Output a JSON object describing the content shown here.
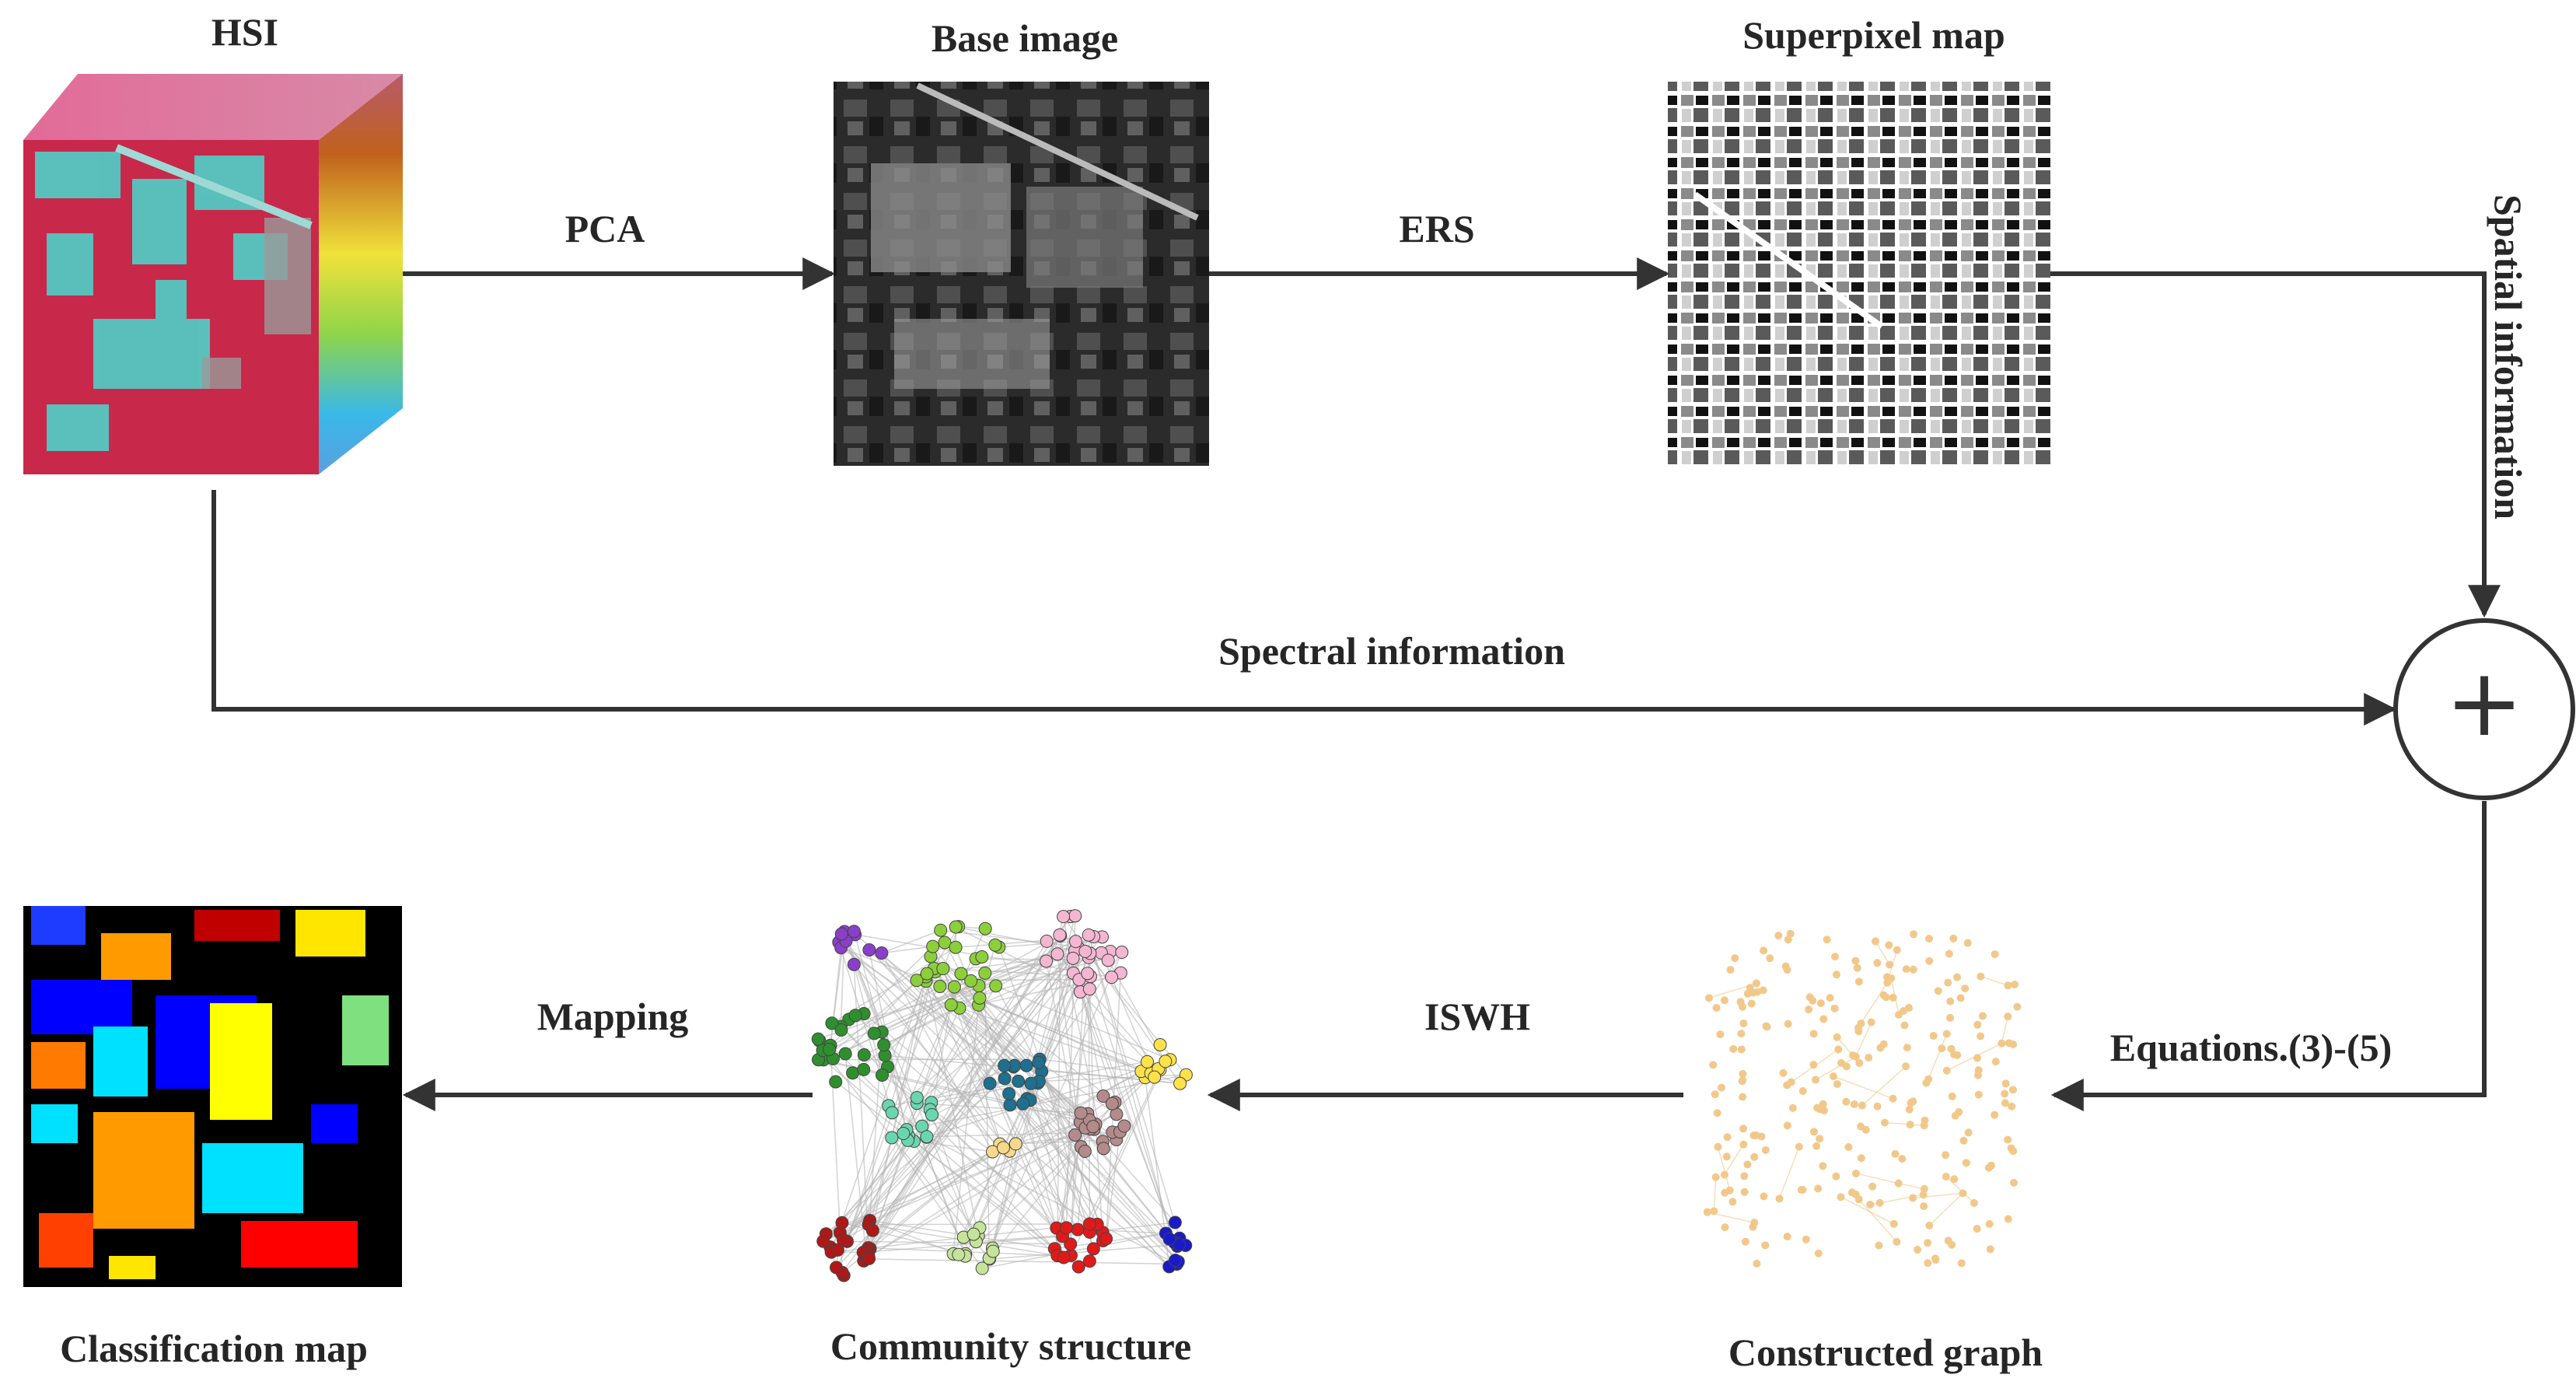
{
  "diagram": {
    "nodes": {
      "hsi": {
        "label": "HSI"
      },
      "base_image": {
        "label": "Base image"
      },
      "superpixel_map": {
        "label": "Superpixel map"
      },
      "classification_map": {
        "label": "Classification map"
      },
      "community_structure": {
        "label": "Community structure"
      },
      "constructed_graph": {
        "label": "Constructed graph"
      },
      "fusion": {
        "symbol": "+"
      }
    },
    "edges": {
      "pca": {
        "label": "PCA"
      },
      "ers": {
        "label": "ERS"
      },
      "spatial": {
        "label": "Spatial information"
      },
      "spectral": {
        "label": "Spectral information"
      },
      "equations": {
        "label": "Equations.(3)-(5)"
      },
      "iswh": {
        "label": "ISWH"
      },
      "mapping": {
        "label": "Mapping"
      }
    },
    "colors": {
      "line": "#333333",
      "cube_top": "#e0739a",
      "cube_front": "#c8284a",
      "cube_cyan": "#55c7c2",
      "graph_node": "#f2c88a"
    }
  }
}
